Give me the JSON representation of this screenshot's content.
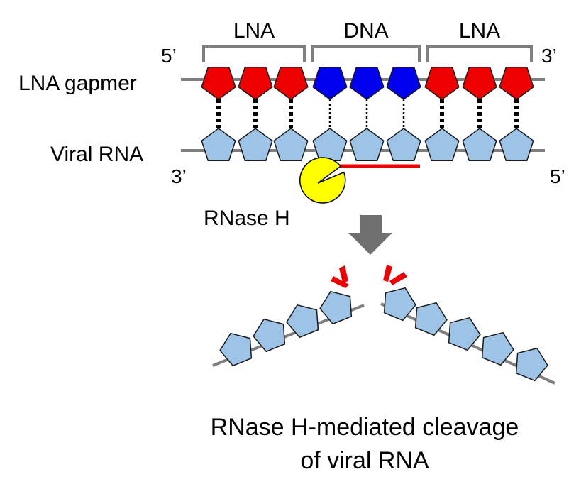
{
  "labels": {
    "gapmer": "LNA gapmer",
    "viral_rna": "Viral RNA",
    "rnase_h": "RNase H",
    "segment_left": "LNA",
    "segment_middle": "DNA",
    "segment_right": "LNA",
    "top_5prime": "5’",
    "top_3prime": "3’",
    "bottom_3prime": "3’",
    "bottom_5prime": "5’",
    "caption_line1": "RNase H-mediated cleavage",
    "caption_line2": "of viral RNA"
  },
  "colors": {
    "lna": "#ee0000",
    "dna": "#0000ee",
    "rna": "#9dc3e6",
    "backbone": "#7f7f7f",
    "bracket": "#7f7f7f",
    "rnase_h": "#ffff00",
    "cleavage_marks": "#ee0000",
    "target_region": "#ee0000",
    "arrow": "#6f6f6f"
  },
  "strands": {
    "gapmer_units": [
      "lna",
      "lna",
      "lna",
      "dna",
      "dna",
      "dna",
      "lna",
      "lna",
      "lna"
    ],
    "viral_rna_units": 9,
    "base_pair_style": [
      "strong",
      "strong",
      "strong",
      "weak",
      "weak",
      "weak",
      "strong",
      "strong",
      "strong"
    ],
    "cleaved_left_units": 4,
    "cleaved_right_units": 5
  },
  "icons": [
    "rnase-h-pacman-icon",
    "down-arrow-icon",
    "cleavage-mark-icon"
  ]
}
